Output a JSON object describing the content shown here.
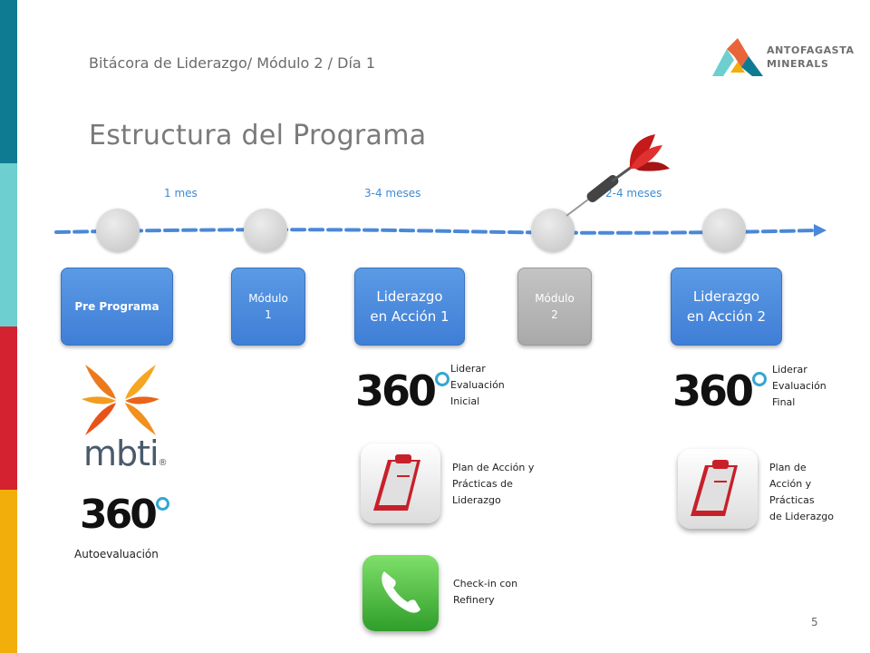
{
  "header": {
    "breadcrumb": "Bitácora de Liderazgo/ Módulo 2 / Día 1"
  },
  "slide": {
    "title": "Estructura del Programa",
    "page_number": "5"
  },
  "brand": {
    "line1": "ANTOFAGASTA",
    "line2": "MINERALS"
  },
  "timeline": {
    "durations": [
      "1 mes",
      "3-4 meses",
      "2-4 meses"
    ],
    "stages": [
      {
        "label": "Pre Programa",
        "color": "blue"
      },
      {
        "label": "Módulo\n1",
        "color": "blue"
      },
      {
        "label": "Liderazgo\nen Acción 1",
        "color": "blue"
      },
      {
        "label": "Módulo\n2",
        "color": "gray"
      },
      {
        "label": "Liderazgo\nen Acción 2",
        "color": "blue"
      }
    ]
  },
  "pre_programa": {
    "mbti_text": "mbti",
    "mbti_mark": "®",
    "r360_text": "360",
    "autoevaluacion": "Autoevaluación"
  },
  "accion1": {
    "r360_text": "360",
    "evaluacion": [
      "Liderar",
      "Evaluación",
      "Inicial"
    ],
    "plan": [
      "Plan de Acción y",
      "Prácticas de",
      "Liderazgo"
    ],
    "checkin": [
      "Check-in con",
      "Refinery"
    ]
  },
  "accion2": {
    "r360_text": "360",
    "evaluacion": [
      "Liderar",
      "Evaluación",
      "Final"
    ],
    "plan": [
      "Plan de",
      "Acción y",
      "Prácticas",
      "de Liderazgo"
    ]
  },
  "colors": {
    "accent_blue": "#3d8ad6",
    "bar_colors": [
      "#0e7b93",
      "#6dcfcf",
      "#d42230",
      "#f2ae0a"
    ]
  }
}
